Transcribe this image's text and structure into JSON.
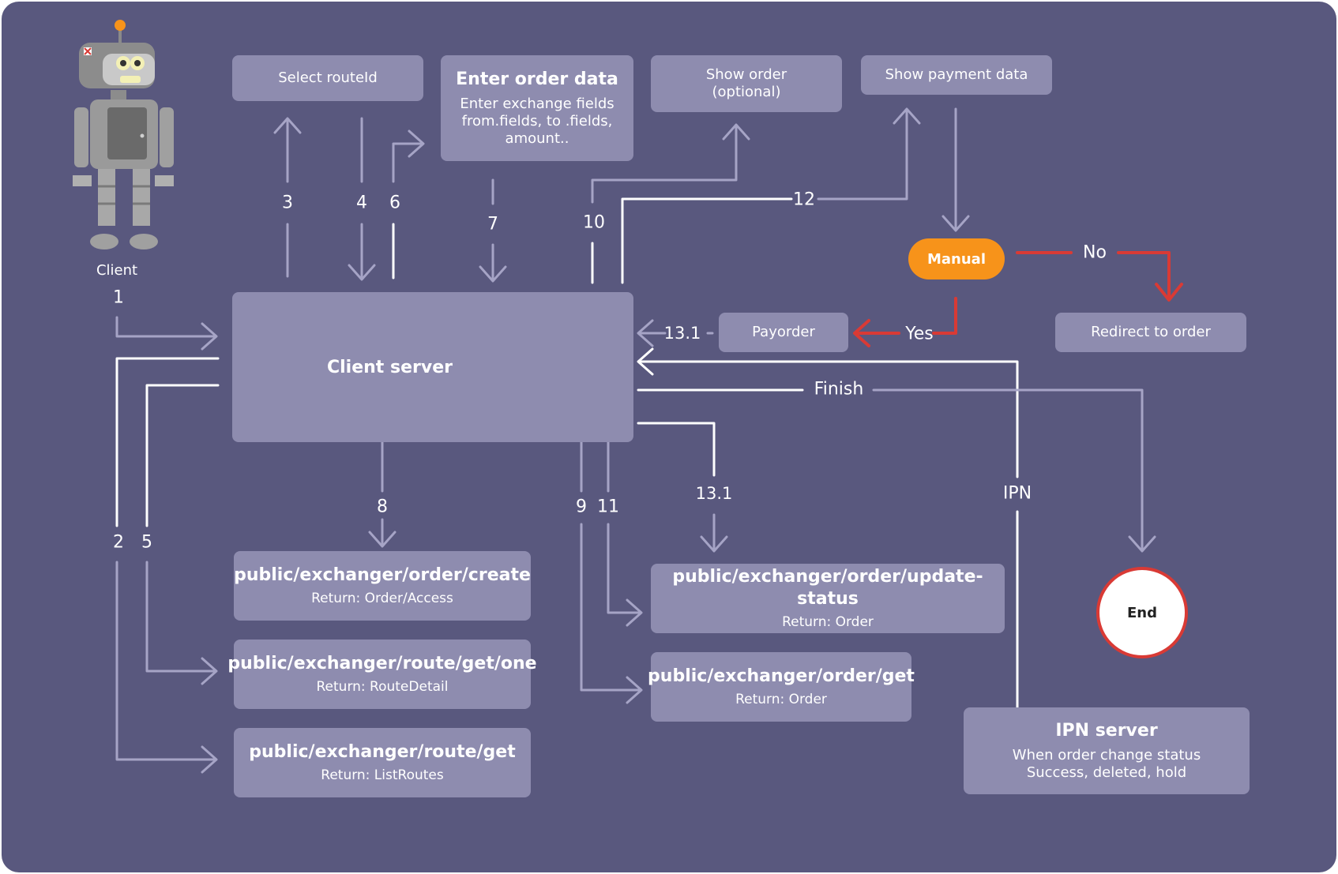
{
  "client": {
    "label": "Client"
  },
  "top_boxes": {
    "select_route": "Select routeId",
    "enter_order_title": "Enter order data",
    "enter_order_desc": "Enter exchange fields\nfrom.fields, to .fields,\namount..",
    "show_order": "Show order\n(optional)",
    "show_payment": "Show payment data"
  },
  "client_server": {
    "label": "Client server"
  },
  "decision": {
    "manual": "Manual",
    "no": "No",
    "yes": "Yes"
  },
  "payorder": "Payorder",
  "redirect": "Redirect to order",
  "finish": "Finish",
  "end": "End",
  "ipn": {
    "label": "IPN",
    "title": "IPN server",
    "desc": "When order change status\nSuccess, deleted, hold"
  },
  "endpoints": {
    "order_create": {
      "path": "public/exchanger/order/create",
      "ret": "Return: Order/Access"
    },
    "route_get_one": {
      "path": "public/exchanger/route/get/one",
      "ret": "Return: RouteDetail"
    },
    "route_get": {
      "path": "public/exchanger/route/get",
      "ret": "Return: ListRoutes"
    },
    "order_update": {
      "path": "public/exchanger/order/update-status",
      "ret": "Return: Order"
    },
    "order_get": {
      "path": "public/exchanger/order/get",
      "ret": "Return: Order"
    }
  },
  "steps": {
    "s1": "1",
    "s2": "2",
    "s3": "3",
    "s4": "4",
    "s5": "5",
    "s6": "6",
    "s7": "7",
    "s8": "8",
    "s9": "9",
    "s10": "10",
    "s11": "11",
    "s12": "12",
    "s13a": "13.1",
    "s13b": "13.1"
  },
  "colors": {
    "background": "#59587e",
    "box": "#8e8caf",
    "arrow": "#a6a4c6",
    "accent": "#f7931a",
    "red": "#d93a35"
  }
}
